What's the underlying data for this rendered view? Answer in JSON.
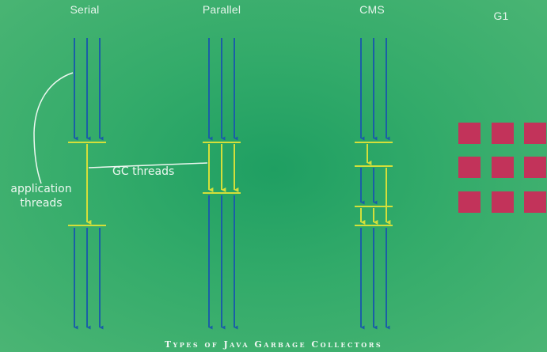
{
  "collectors": [
    {
      "name": "Serial"
    },
    {
      "name": "Parallel"
    },
    {
      "name": "CMS"
    },
    {
      "name": "G1"
    }
  ],
  "labels": {
    "application_threads": [
      "application",
      "threads"
    ],
    "gc_threads": "GC threads"
  },
  "footer": "Types of Java Garbage Collectors",
  "colors": {
    "background": "#2fa968",
    "application_thread": "#1a5fa6",
    "gc_thread": "#d4df3a",
    "g1_region": "#c2335a",
    "text": "#eef8f1"
  }
}
